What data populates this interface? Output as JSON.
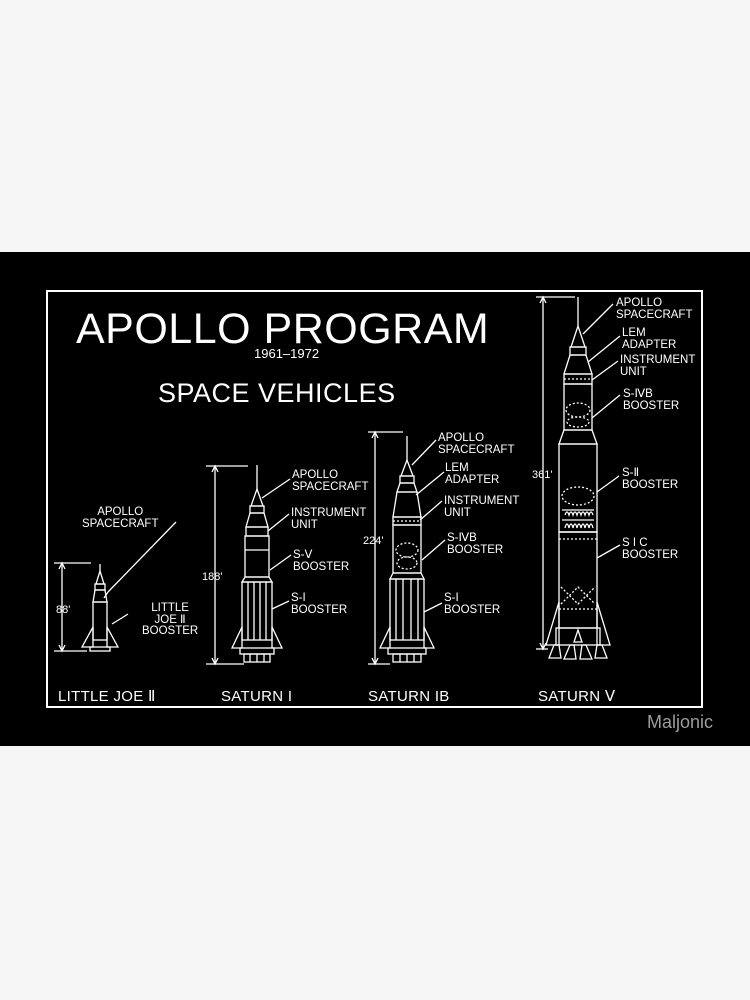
{
  "poster": {
    "title": "APOLLO PROGRAM",
    "years": "1961–1972",
    "subtitle": "SPACE VEHICLES"
  },
  "vehicles": [
    {
      "name": "LITTLE JOE Ⅱ",
      "height": "88'",
      "labels": [
        "APOLLO\nSPACECRAFT",
        "LITTLE\nJOE Ⅱ\nBOOSTER"
      ]
    },
    {
      "name": "SATURN I",
      "height": "188'",
      "labels": [
        "APOLLO\nSPACECRAFT",
        "INSTRUMENT\nUNIT",
        "S-Ⅴ\nBOOSTER",
        "S-I\nBOOSTER"
      ]
    },
    {
      "name": "SATURN IB",
      "height": "224'",
      "labels": [
        "APOLLO\nSPACECRAFT",
        "LEM\nADAPTER",
        "INSTRUMENT\nUNIT",
        "S-ⅣB\nBOOSTER",
        "S-I\nBOOSTER"
      ]
    },
    {
      "name": "SATURN Ⅴ",
      "height": "361'",
      "labels": [
        "APOLLO\nSPACECRAFT",
        "LEM\nADAPTER",
        "INSTRUMENT\nUNIT",
        "S-ⅣB\nBOOSTER",
        "S-Ⅱ\nBOOSTER",
        "S I C\nBOOSTER"
      ]
    }
  ],
  "watermark": "Maljonic",
  "colors": {
    "background": "#000000",
    "lines": "#ffffff",
    "page": "#f6f6f6",
    "watermark": "#9c9c9c"
  }
}
